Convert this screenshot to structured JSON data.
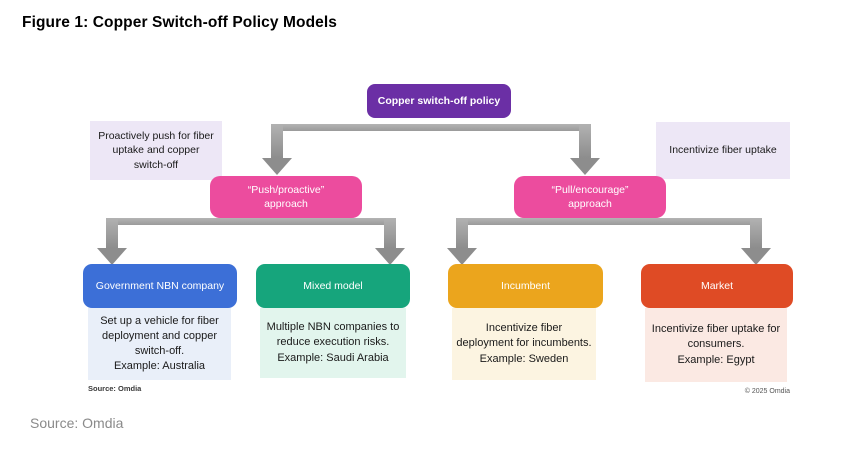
{
  "figure": {
    "title": "Figure 1: Copper Switch-off Policy Models",
    "inner_source": "Source: Omdia",
    "copyright": "© 2025 Omdia",
    "outer_source": "Source: Omdia"
  },
  "palette": {
    "root": "#6B2FA5",
    "branch": "#EC4C9E",
    "leaf_government_nbn": "#3C6FD7",
    "leaf_mixed_model": "#16A57C",
    "leaf_incumbent": "#EBA51D",
    "leaf_market": "#DF4B25",
    "annotation_bg": "#EDE7F6",
    "desc_bg_government": "#E9EFF9",
    "desc_bg_mixed": "#E2F5ED",
    "desc_bg_incumbent": "#FCF4E1",
    "desc_bg_market": "#FBE9E3",
    "connector_gray": "#9a9a9a"
  },
  "tree": {
    "root": {
      "label": "Copper switch-off policy"
    },
    "annotations": [
      {
        "side": "left",
        "text": "Proactively push for fiber uptake and copper switch-off"
      },
      {
        "side": "right",
        "text": "Incentivize fiber uptake"
      }
    ],
    "branches": [
      {
        "label_line1": "“Push/proactive”",
        "label_line2": "approach",
        "children": [
          {
            "label": "Government NBN company",
            "description": "Set up a vehicle for fiber deployment and copper switch-off.",
            "example": "Example: Australia"
          },
          {
            "label": "Mixed model",
            "description": "Multiple NBN companies to reduce execution risks.",
            "example": "Example: Saudi Arabia"
          }
        ]
      },
      {
        "label_line1": "“Pull/encourage”",
        "label_line2": "approach",
        "children": [
          {
            "label": "Incumbent",
            "description": "Incentivize fiber deployment for incumbents.",
            "example": "Example: Sweden"
          },
          {
            "label": "Market",
            "description": "Incentivize fiber uptake for consumers.",
            "example": "Example: Egypt"
          }
        ]
      }
    ]
  }
}
